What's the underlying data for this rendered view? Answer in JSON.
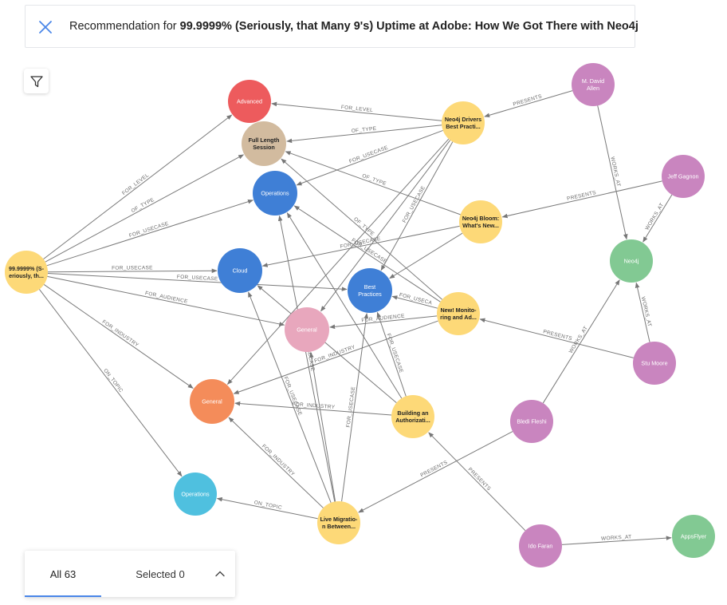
{
  "header": {
    "title_prefix": "Recommendation for ",
    "title_bold": "99.9999% (Seriously, that Many 9's) Uptime at Adobe: How We Got There with Neo4j",
    "close_icon": "close-icon"
  },
  "toolbar": {
    "filter_icon": "filter-icon"
  },
  "panel": {
    "tab_all": "All 63",
    "tab_selected": "Selected 0",
    "collapse_icon": "chevron-up-icon"
  },
  "colors": {
    "talk": "#fdd978",
    "speaker": "#c985bf",
    "company": "#82c993",
    "usecase": "#3f7fd6",
    "level": "#ed5b5d",
    "type": "#d2bb9f",
    "audience": "#e8a7bd",
    "industry": "#f48c5a",
    "topic": "#4fc0df",
    "edge": "#7a7a7a",
    "accent": "#4a86e8"
  },
  "graph": {
    "nodes": [
      {
        "id": "uptime",
        "label": [
          "99.9999% (S-",
          "eriously, th..."
        ],
        "kind": "talk"
      },
      {
        "id": "drivers",
        "label": [
          "Neo4j Drivers",
          "Best Practi..."
        ],
        "kind": "talk"
      },
      {
        "id": "bloom",
        "label": [
          "Neo4j Bloom:",
          "What's New..."
        ],
        "kind": "talk"
      },
      {
        "id": "monitoring",
        "label": [
          "New! Monito-",
          "ring and Ad..."
        ],
        "kind": "talk"
      },
      {
        "id": "authz",
        "label": [
          "Building an",
          "Authorizati..."
        ],
        "kind": "talk"
      },
      {
        "id": "migration",
        "label": [
          "Live Migratio-",
          "n Between..."
        ],
        "kind": "talk"
      },
      {
        "id": "advanced",
        "label": [
          "Advanced"
        ],
        "kind": "level"
      },
      {
        "id": "fulllength",
        "label": [
          "Full Length",
          "Session"
        ],
        "kind": "type"
      },
      {
        "id": "operations_uc",
        "label": [
          "Operations"
        ],
        "kind": "usecase"
      },
      {
        "id": "cloud",
        "label": [
          "Cloud"
        ],
        "kind": "usecase"
      },
      {
        "id": "bestpractices",
        "label": [
          "Best",
          "Practices"
        ],
        "kind": "usecase"
      },
      {
        "id": "general_aud",
        "label": [
          "General"
        ],
        "kind": "audience"
      },
      {
        "id": "general_ind",
        "label": [
          "General"
        ],
        "kind": "industry"
      },
      {
        "id": "operations_topic",
        "label": [
          "Operations"
        ],
        "kind": "topic"
      },
      {
        "id": "david",
        "label": [
          "M. David",
          "Allen"
        ],
        "kind": "speaker"
      },
      {
        "id": "jeff",
        "label": [
          "Jeff Gagnon"
        ],
        "kind": "speaker"
      },
      {
        "id": "stu",
        "label": [
          "Stu Moore"
        ],
        "kind": "speaker"
      },
      {
        "id": "bledi",
        "label": [
          "Bledi Fleshi"
        ],
        "kind": "speaker"
      },
      {
        "id": "ido",
        "label": [
          "Ido Faran"
        ],
        "kind": "speaker"
      },
      {
        "id": "neo4j",
        "label": [
          "Neo4j"
        ],
        "kind": "company"
      },
      {
        "id": "appsflyer",
        "label": [
          "AppsFlyer"
        ],
        "kind": "company"
      }
    ],
    "edges": [
      {
        "from": "uptime",
        "to": "advanced",
        "label": "FOR_LEVEL"
      },
      {
        "from": "uptime",
        "to": "fulllength",
        "label": "OF_TYPE"
      },
      {
        "from": "uptime",
        "to": "operations_uc",
        "label": "FOR_USECASE"
      },
      {
        "from": "uptime",
        "to": "cloud",
        "label": "FOR_USECASE"
      },
      {
        "from": "uptime",
        "to": "bestpractices",
        "label": "FOR_USECASE"
      },
      {
        "from": "uptime",
        "to": "general_aud",
        "label": "FOR_AUDIENCE"
      },
      {
        "from": "uptime",
        "to": "general_ind",
        "label": "FOR_INDUSTRY"
      },
      {
        "from": "uptime",
        "to": "operations_topic",
        "label": "ON_TOPIC"
      },
      {
        "from": "drivers",
        "to": "advanced",
        "label": "FOR_LEVEL"
      },
      {
        "from": "drivers",
        "to": "fulllength",
        "label": "OF_TYPE"
      },
      {
        "from": "drivers",
        "to": "operations_uc",
        "label": "FOR_USECASE"
      },
      {
        "from": "drivers",
        "to": "bestpractices",
        "label": "FOR_USECASE"
      },
      {
        "from": "drivers",
        "to": "general_aud",
        "label": ""
      },
      {
        "from": "drivers",
        "to": "general_ind",
        "label": ""
      },
      {
        "from": "bloom",
        "to": "fulllength",
        "label": "OF_TYPE"
      },
      {
        "from": "bloom",
        "to": "cloud",
        "label": "FOR_USECASE"
      },
      {
        "from": "bloom",
        "to": "bestpractices",
        "label": ""
      },
      {
        "from": "monitoring",
        "to": "operations_uc",
        "label": "FOR_USECASE"
      },
      {
        "from": "monitoring",
        "to": "fulllength",
        "label": "OF_TYPE"
      },
      {
        "from": "monitoring",
        "to": "bestpractices",
        "label": "FOR_USECA"
      },
      {
        "from": "monitoring",
        "to": "general_aud",
        "label": "FOR_AUDIENCE"
      },
      {
        "from": "monitoring",
        "to": "general_ind",
        "label": "FOR_INDUSTRY"
      },
      {
        "from": "authz",
        "to": "general_ind",
        "label": "FOR_INDUSTRY"
      },
      {
        "from": "authz",
        "to": "bestpractices",
        "label": "FOR_USECASE"
      },
      {
        "from": "authz",
        "to": "cloud",
        "label": ""
      },
      {
        "from": "authz",
        "to": "operations_uc",
        "label": ""
      },
      {
        "from": "migration",
        "to": "operations_topic",
        "label": "ON_TOPIC"
      },
      {
        "from": "migration",
        "to": "general_ind",
        "label": "FOR_INDUSTRY"
      },
      {
        "from": "migration",
        "to": "bestpractices",
        "label": "FOR_USECASE"
      },
      {
        "from": "migration",
        "to": "cloud",
        "label": "FOR_USECASE"
      },
      {
        "from": "migration",
        "to": "operations_uc",
        "label": "USECASE"
      },
      {
        "from": "migration",
        "to": "general_aud",
        "label": ""
      },
      {
        "from": "david",
        "to": "drivers",
        "label": "PRESENTS"
      },
      {
        "from": "david",
        "to": "neo4j",
        "label": "WORKS_AT"
      },
      {
        "from": "jeff",
        "to": "bloom",
        "label": "PRESENTS"
      },
      {
        "from": "jeff",
        "to": "neo4j",
        "label": "WORKS_AT"
      },
      {
        "from": "stu",
        "to": "monitoring",
        "label": "PRESENTS"
      },
      {
        "from": "stu",
        "to": "neo4j",
        "label": "WORKS_AT"
      },
      {
        "from": "bledi",
        "to": "migration",
        "label": "PRESENTS"
      },
      {
        "from": "bledi",
        "to": "neo4j",
        "label": "WORKS_AT"
      },
      {
        "from": "ido",
        "to": "authz",
        "label": "PRESENTS"
      },
      {
        "from": "ido",
        "to": "appsflyer",
        "label": "WORKS_AT"
      }
    ]
  }
}
